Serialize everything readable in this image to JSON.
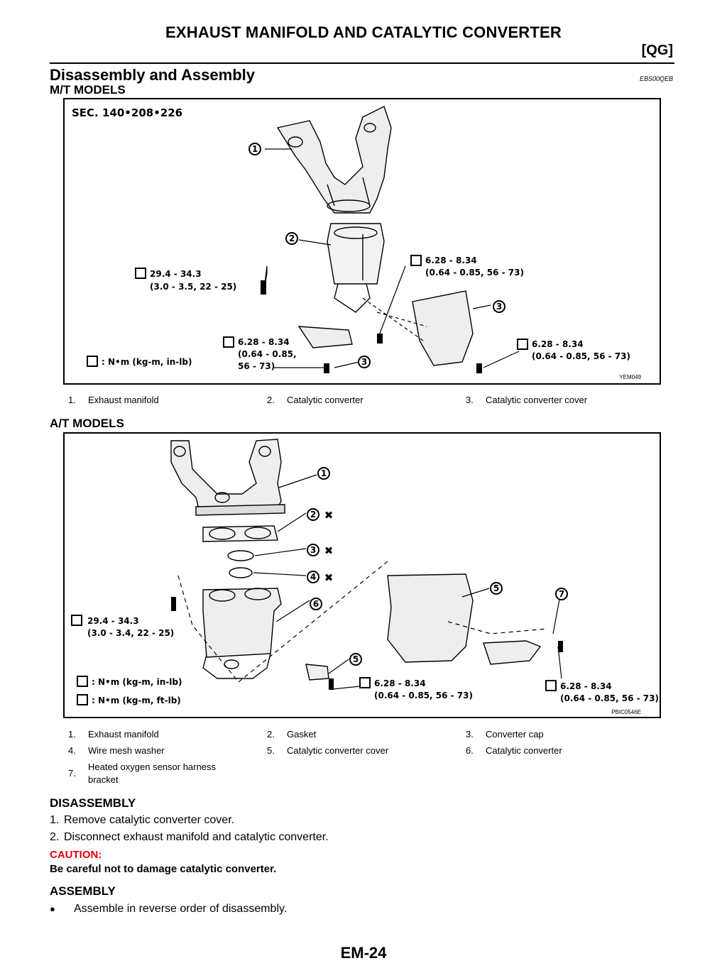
{
  "header": {
    "title": "EXHAUST MANIFOLD AND CATALYTIC CONVERTER",
    "tag": "[QG]"
  },
  "section": {
    "title": "Disassembly and Assembly",
    "code": "EBS00QEB"
  },
  "mt_models": {
    "heading": "M/T MODELS",
    "figure": {
      "sec_label": "SEC. 140•208•226",
      "torque_a_1": "29.4 - 34.3",
      "torque_a_2": "(3.0 - 3.5, 22 - 25)",
      "torque_b_1": "6.28 - 8.34",
      "torque_b_2": "(0.64 - 0.85, 56 - 73)",
      "torque_c_1": "6.28 - 8.34",
      "torque_c_2": "(0.64 - 0.85,",
      "torque_c_3": "56 - 73)",
      "torque_d_1": "6.28 - 8.34",
      "torque_d_2": "(0.64 - 0.85, 56 - 73)",
      "units": ": N•m (kg-m, in-lb)",
      "callouts": [
        "1",
        "2",
        "3",
        "3"
      ],
      "code": "YEM049"
    },
    "legend": [
      {
        "num": "1.",
        "text": "Exhaust manifold"
      },
      {
        "num": "2.",
        "text": "Catalytic converter"
      },
      {
        "num": "3.",
        "text": "Catalytic converter cover"
      }
    ]
  },
  "at_models": {
    "heading": "A/T MODELS",
    "figure": {
      "torque_a_1": "29.4 - 34.3",
      "torque_a_2": "(3.0 - 3.4, 22 - 25)",
      "torque_b_1": "6.28 - 8.34",
      "torque_b_2": "(0.64 - 0.85, 56 - 73)",
      "torque_c_1": "6.28 - 8.34",
      "torque_c_2": "(0.64 - 0.85, 56 - 73)",
      "units_1": ": N•m (kg-m, in-lb)",
      "units_2": ": N•m (kg-m, ft-lb)",
      "callouts": [
        "1",
        "2",
        "3",
        "4",
        "5",
        "6",
        "7",
        "5"
      ],
      "code": "PBIC0546E"
    },
    "legend": [
      {
        "num": "1.",
        "text": "Exhaust manifold"
      },
      {
        "num": "2.",
        "text": "Gasket"
      },
      {
        "num": "3.",
        "text": "Converter cap"
      },
      {
        "num": "4.",
        "text": "Wire mesh washer"
      },
      {
        "num": "5.",
        "text": "Catalytic converter cover"
      },
      {
        "num": "6.",
        "text": "Catalytic converter"
      },
      {
        "num": "7.",
        "text": "Heated oxygen sensor harness bracket",
        "line1": "Heated oxygen sensor harness",
        "line2": "bracket"
      }
    ]
  },
  "disassembly": {
    "heading": "DISASSEMBLY",
    "steps": [
      "Remove catalytic converter cover.",
      "Disconnect exhaust manifold and catalytic converter."
    ],
    "step_nums": [
      "1.",
      "2."
    ],
    "caution_label": "CAUTION:",
    "caution_text": "Be careful not to damage catalytic converter."
  },
  "assembly": {
    "heading": "ASSEMBLY",
    "bullet": "●",
    "text": "Assemble in reverse order of disassembly."
  },
  "footer": {
    "page": "EM-24"
  }
}
